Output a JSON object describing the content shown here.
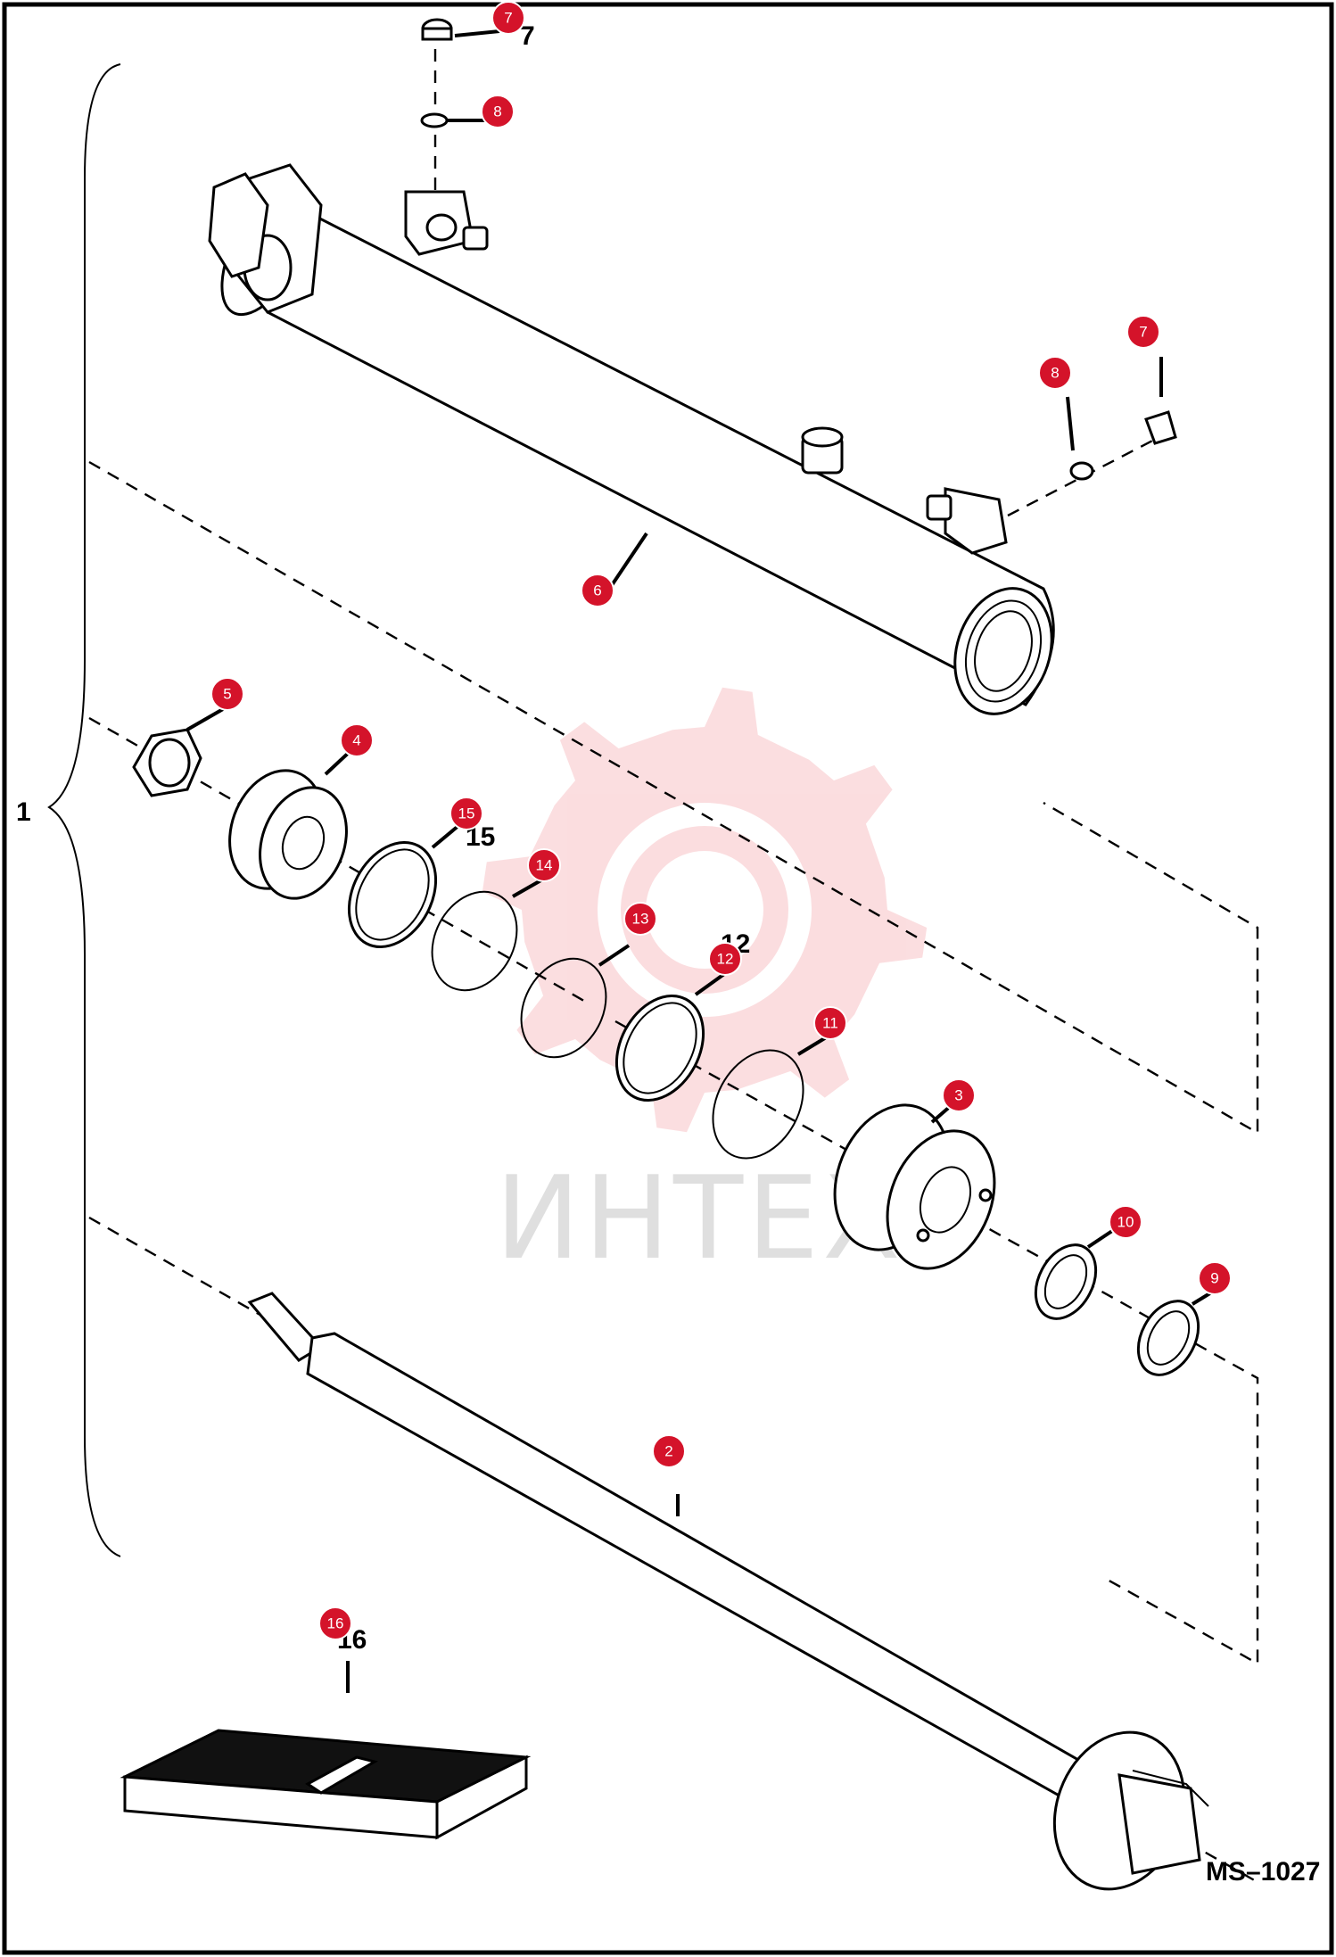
{
  "diagram": {
    "drawing_code": "MS–1027",
    "assembly_label": "1",
    "accent_color": "#d4132a",
    "watermark": {
      "text": "ИНТЕХ",
      "color": "#e8303c"
    },
    "callouts": [
      "7",
      "8",
      "7",
      "8",
      "6",
      "5",
      "4",
      "15",
      "14",
      "13",
      "12",
      "11",
      "3",
      "10",
      "9",
      "2",
      "16"
    ],
    "printed_numbers": [
      "7",
      "15",
      "12",
      "16"
    ]
  }
}
